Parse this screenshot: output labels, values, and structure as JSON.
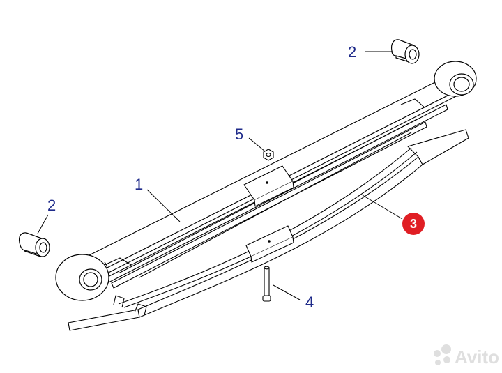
{
  "callouts": {
    "main_spring": "1",
    "bushing_top": "2",
    "bushing_left": "2",
    "secondary_spring": "3",
    "center_bolt": "4",
    "nut": "5"
  },
  "watermark": {
    "brand": "Avito"
  },
  "colors": {
    "line": "#000000",
    "callout_text": "#1e2a8a",
    "highlight_badge": "#e01e24",
    "watermark": "#dcdcdc"
  }
}
